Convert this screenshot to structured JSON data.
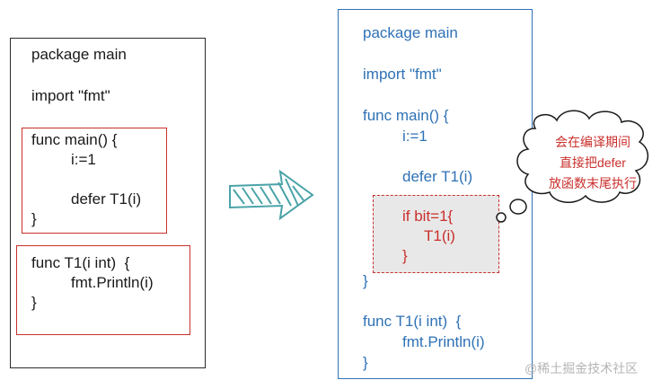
{
  "left": {
    "lines": [
      "package main",
      "import \"fmt\"",
      "func main() {",
      "i:=1",
      "defer T1(i)",
      "}",
      "func T1(i int)  {",
      "fmt.Println(i)",
      "}"
    ]
  },
  "right": {
    "lines": [
      "package main",
      "import \"fmt\"",
      "func main() {",
      "i:=1",
      "defer T1(i)",
      "if bit=1{",
      "T1(i)",
      "}",
      "}",
      "func T1(i int)  {",
      "fmt.Println(i)",
      "}"
    ]
  },
  "bubble": {
    "lines": [
      "会在编译期间",
      "直接把defer",
      "放函数末尾执行"
    ]
  },
  "watermark": "@稀土掘金技术社区",
  "colors": {
    "code_blue": "#2f72b6",
    "highlight_red": "#c9302c",
    "arrow_teal": "#4aa3a8"
  }
}
